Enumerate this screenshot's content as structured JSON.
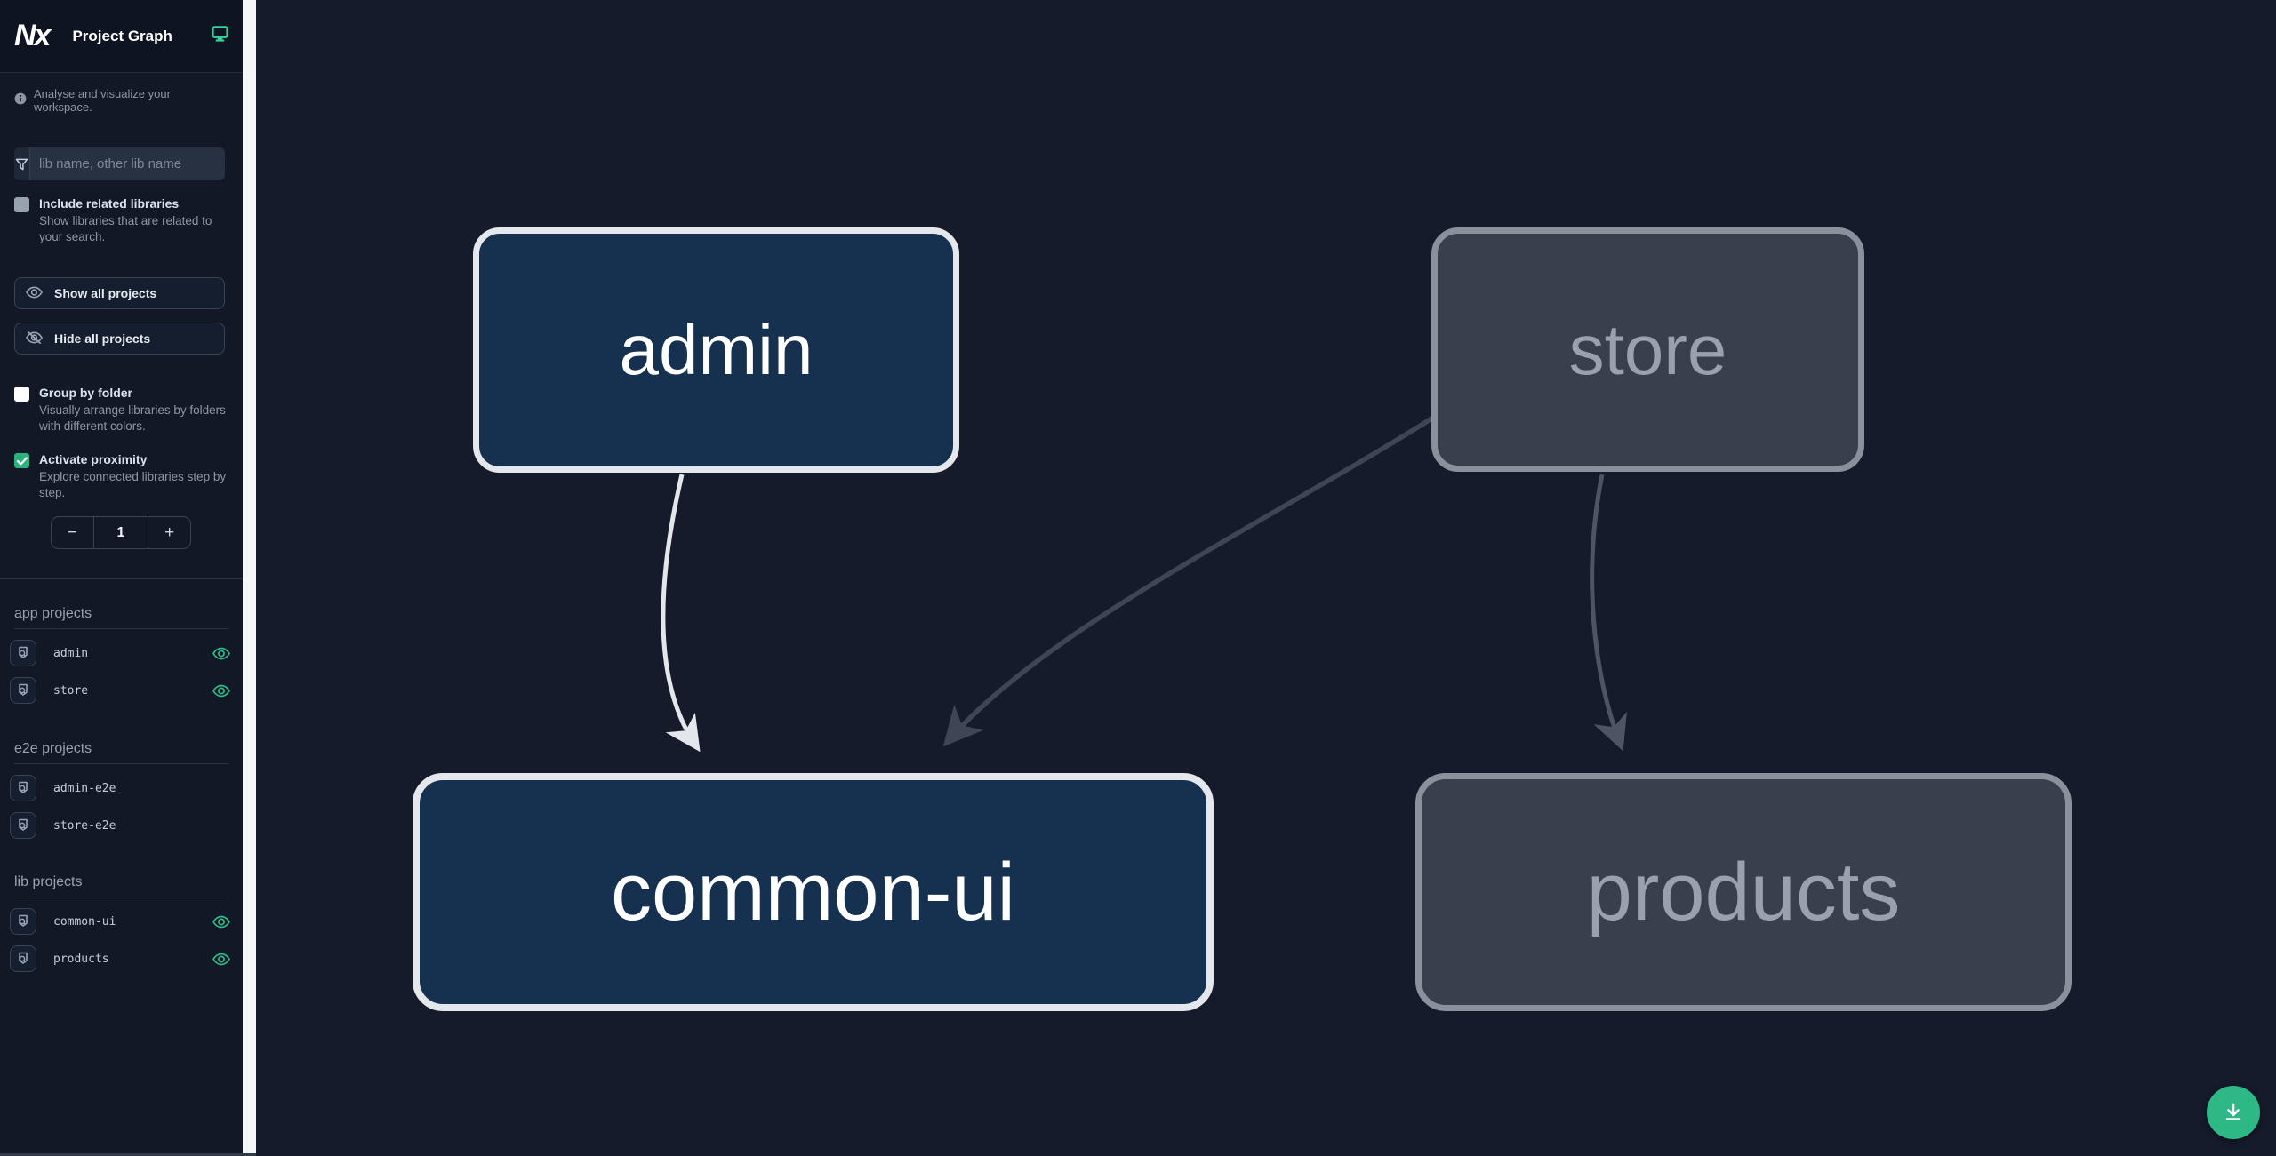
{
  "header": {
    "logo_text": "Nx",
    "title": "Project Graph"
  },
  "sidebar": {
    "tagline": "Analyse and visualize your workspace.",
    "search_placeholder": "lib name, other lib name",
    "include_related": {
      "label": "Include related libraries",
      "description": "Show libraries that are related to your search.",
      "checked": false
    },
    "show_all_label": "Show all projects",
    "hide_all_label": "Hide all projects",
    "group_by_folder": {
      "label": "Group by folder",
      "description": "Visually arrange libraries by folders with different colors.",
      "checked": false
    },
    "activate_proximity": {
      "label": "Activate proximity",
      "description": "Explore connected libraries step by step.",
      "checked": true
    },
    "proximity": {
      "decrement": "−",
      "value": "1",
      "increment": "+"
    },
    "sections": [
      {
        "title": "app projects",
        "items": [
          {
            "name": "admin",
            "visible_on_graph": true
          },
          {
            "name": "store",
            "visible_on_graph": true
          }
        ]
      },
      {
        "title": "e2e projects",
        "items": [
          {
            "name": "admin-e2e",
            "visible_on_graph": false
          },
          {
            "name": "store-e2e",
            "visible_on_graph": false
          }
        ]
      },
      {
        "title": "lib projects",
        "items": [
          {
            "name": "common-ui",
            "visible_on_graph": true
          },
          {
            "name": "products",
            "visible_on_graph": true
          }
        ]
      }
    ]
  },
  "graph": {
    "nodes": [
      {
        "id": "admin",
        "label": "admin",
        "state": "focused"
      },
      {
        "id": "store",
        "label": "store",
        "state": "muted"
      },
      {
        "id": "common-ui",
        "label": "common-ui",
        "state": "focused"
      },
      {
        "id": "products",
        "label": "products",
        "state": "muted"
      }
    ],
    "edges": [
      {
        "from": "admin",
        "to": "common-ui",
        "style": "highlighted"
      },
      {
        "from": "store",
        "to": "common-ui",
        "style": "muted"
      },
      {
        "from": "store",
        "to": "products",
        "style": "muted"
      }
    ]
  },
  "fab": {
    "icon": "download-icon"
  },
  "colors": {
    "accent_green": "#2eb886",
    "eye_green": "#2fbe8a",
    "focused_node_fill": "#163050",
    "focused_node_border": "#e4e7eb",
    "muted_node_fill": "#383f4d",
    "muted_node_border": "#8b919c",
    "canvas_bg": "#151b2a",
    "sidebar_bg": "#121826"
  }
}
